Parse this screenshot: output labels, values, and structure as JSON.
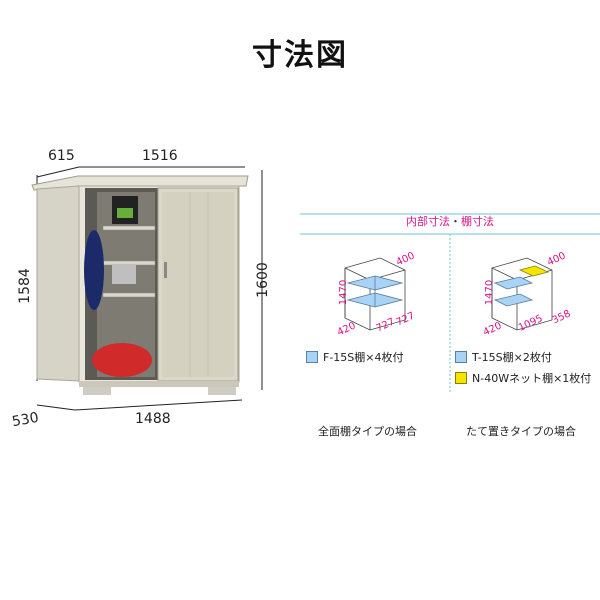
{
  "title": "寸法図",
  "dims": {
    "top_depth": "615",
    "top_width": "1516",
    "left_height": "1584",
    "right_height": "1600",
    "bottom_depth": "530",
    "bottom_width": "1488"
  },
  "panel": {
    "title_a": "内部寸法",
    "sep": "・",
    "title_b": "棚寸法",
    "left": {
      "height": "1470",
      "depth": "420",
      "top": "400",
      "width_a": "727",
      "width_b": "727",
      "legend": [
        {
          "label": "F-15S棚×4枚付",
          "color": "#a9d3f5"
        }
      ],
      "caption": "全面棚タイプの場合"
    },
    "right": {
      "height": "1470",
      "depth": "420",
      "top": "400",
      "width_a": "1095",
      "width_b": "358",
      "legend": [
        {
          "label": "T-15S棚×2枚付",
          "color": "#a9d3f5"
        },
        {
          "label": "N-40Wネット棚×1枚付",
          "color": "#f5e300"
        }
      ],
      "caption": "たて置きタイプの場合"
    }
  },
  "colors": {
    "accent": "#d9148a",
    "divider": "#6cc7d6",
    "shelf": "#a9d3f5",
    "net": "#f5e300"
  }
}
